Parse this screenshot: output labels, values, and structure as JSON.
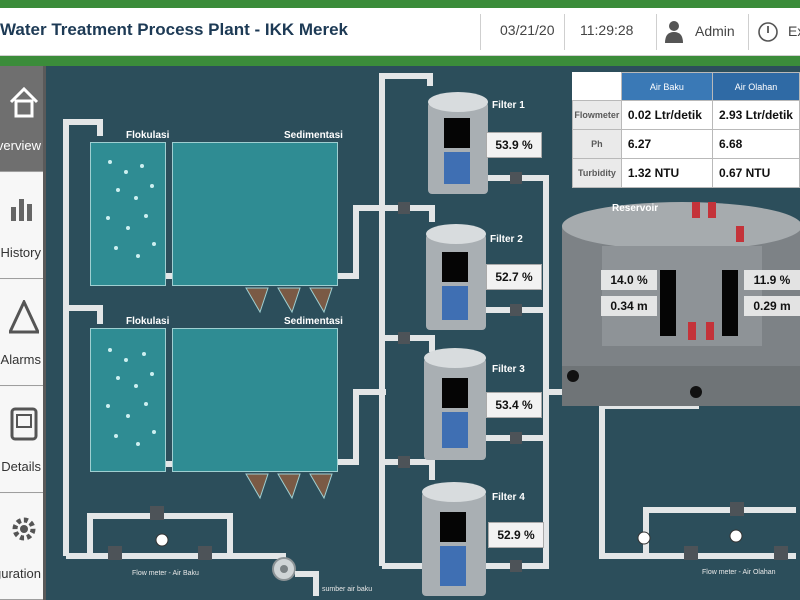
{
  "header": {
    "title": "Water Treatment Process Plant - IKK Merek",
    "date": "03/21/20",
    "time": "11:29:28",
    "user": "Admin",
    "exit_label": "Exit"
  },
  "sidebar": {
    "items": [
      {
        "label": "Overview",
        "icon": "home-icon",
        "active": true
      },
      {
        "label": "History",
        "icon": "bar-chart-icon",
        "active": false
      },
      {
        "label": "Alarms",
        "icon": "warning-icon",
        "active": false
      },
      {
        "label": "Details",
        "icon": "details-icon",
        "active": false
      },
      {
        "label": "Configuration",
        "icon": "gear-icon",
        "active": false
      }
    ]
  },
  "process": {
    "line1": {
      "flocculation": "Flokulasi",
      "sedimentation": "Sedimentasi"
    },
    "line2": {
      "flocculation": "Flokulasi",
      "sedimentation": "Sedimentasi"
    },
    "filters": [
      {
        "name": "Filter 1",
        "value": "53.9 %"
      },
      {
        "name": "Filter 2",
        "value": "52.7 %"
      },
      {
        "name": "Filter 3",
        "value": "53.4 %"
      },
      {
        "name": "Filter 4",
        "value": "52.9 %"
      }
    ],
    "flowmeter_raw_label": "Flow meter - Air Baku",
    "flowmeter_treated_label": "Flow meter - Air Olahan",
    "source_label": "sumber air baku"
  },
  "quality_table": {
    "columns": [
      "Air Baku",
      "Air Olahan"
    ],
    "rows": [
      {
        "name": "Flowmeter",
        "raw": "0.02 Ltr/detik",
        "treated": "2.93 Ltr/detik"
      },
      {
        "name": "Ph",
        "raw": "6.27",
        "treated": "6.68"
      },
      {
        "name": "Turbidity",
        "raw": "1.32 NTU",
        "treated": "0.67 NTU"
      }
    ]
  },
  "reservoir": {
    "title": "Reservoir",
    "left_level_pct": "14.0 %",
    "left_level_m": "0.34 m",
    "right_level_pct": "11.9 %",
    "right_level_m": "0.29 m"
  },
  "colors": {
    "header_accent": "#3b8c3a",
    "canvas_bg": "#2c4e5b",
    "tank_water": "#2f8c93",
    "table_header": "#3a79b6"
  }
}
